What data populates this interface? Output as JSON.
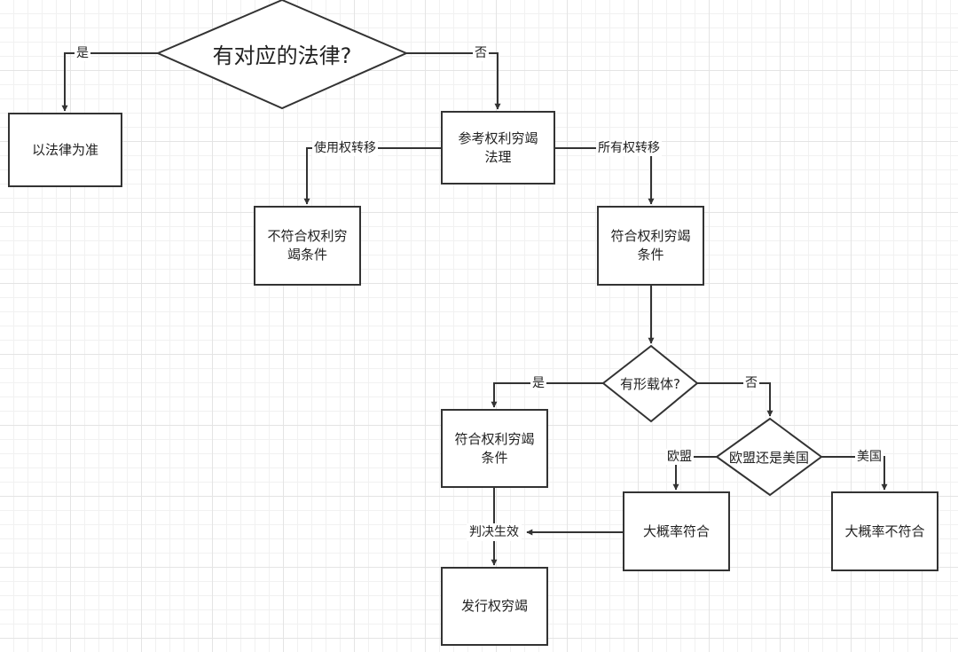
{
  "decisions": {
    "has_law": "有对应的法律?",
    "tangible": "有形载体?",
    "eu_or_us": "欧盟还是美国"
  },
  "boxes": {
    "follow_law": "以法律为准",
    "refer_exhaustion": "参考权利穷竭\n法理",
    "not_meet": "不符合权利穷\n竭条件",
    "meet_1": "符合权利穷竭\n条件",
    "meet_2": "符合权利穷竭\n条件",
    "likely_meet": "大概率符合",
    "likely_not_meet": "大概率不符合",
    "distribution_exhaustion": "发行权穷竭"
  },
  "edge_labels": {
    "yes_1": "是",
    "no_1": "否",
    "use_right_transfer": "使用权转移",
    "ownership_transfer": "所有权转移",
    "yes_2": "是",
    "no_2": "否",
    "eu": "欧盟",
    "us": "美国",
    "judgment_effective": "判决生效"
  }
}
